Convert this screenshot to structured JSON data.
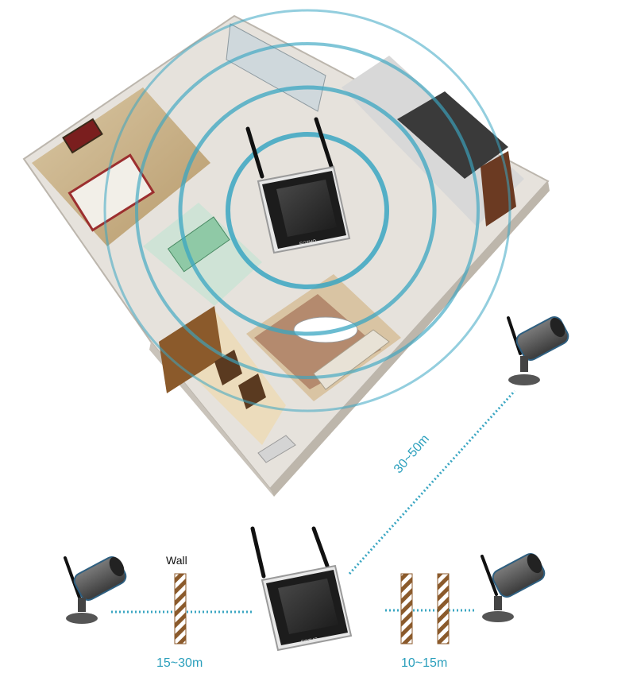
{
  "labels": {
    "wall": "Wall",
    "distance_left": "15~30m",
    "distance_right": "10~15m",
    "distance_diagonal": "30~50m"
  },
  "device": {
    "brand": "EOZHO"
  },
  "colors": {
    "signal_ring": "#3aa6c2",
    "distance_text": "#2a9fbc",
    "dotted_line": "#3aa6c2",
    "wall_stripe_a": "#8b5a2b",
    "wall_stripe_b": "#ffffff",
    "monitor_frame": "#e8e8e8",
    "camera_body": "#5a5a5a"
  }
}
